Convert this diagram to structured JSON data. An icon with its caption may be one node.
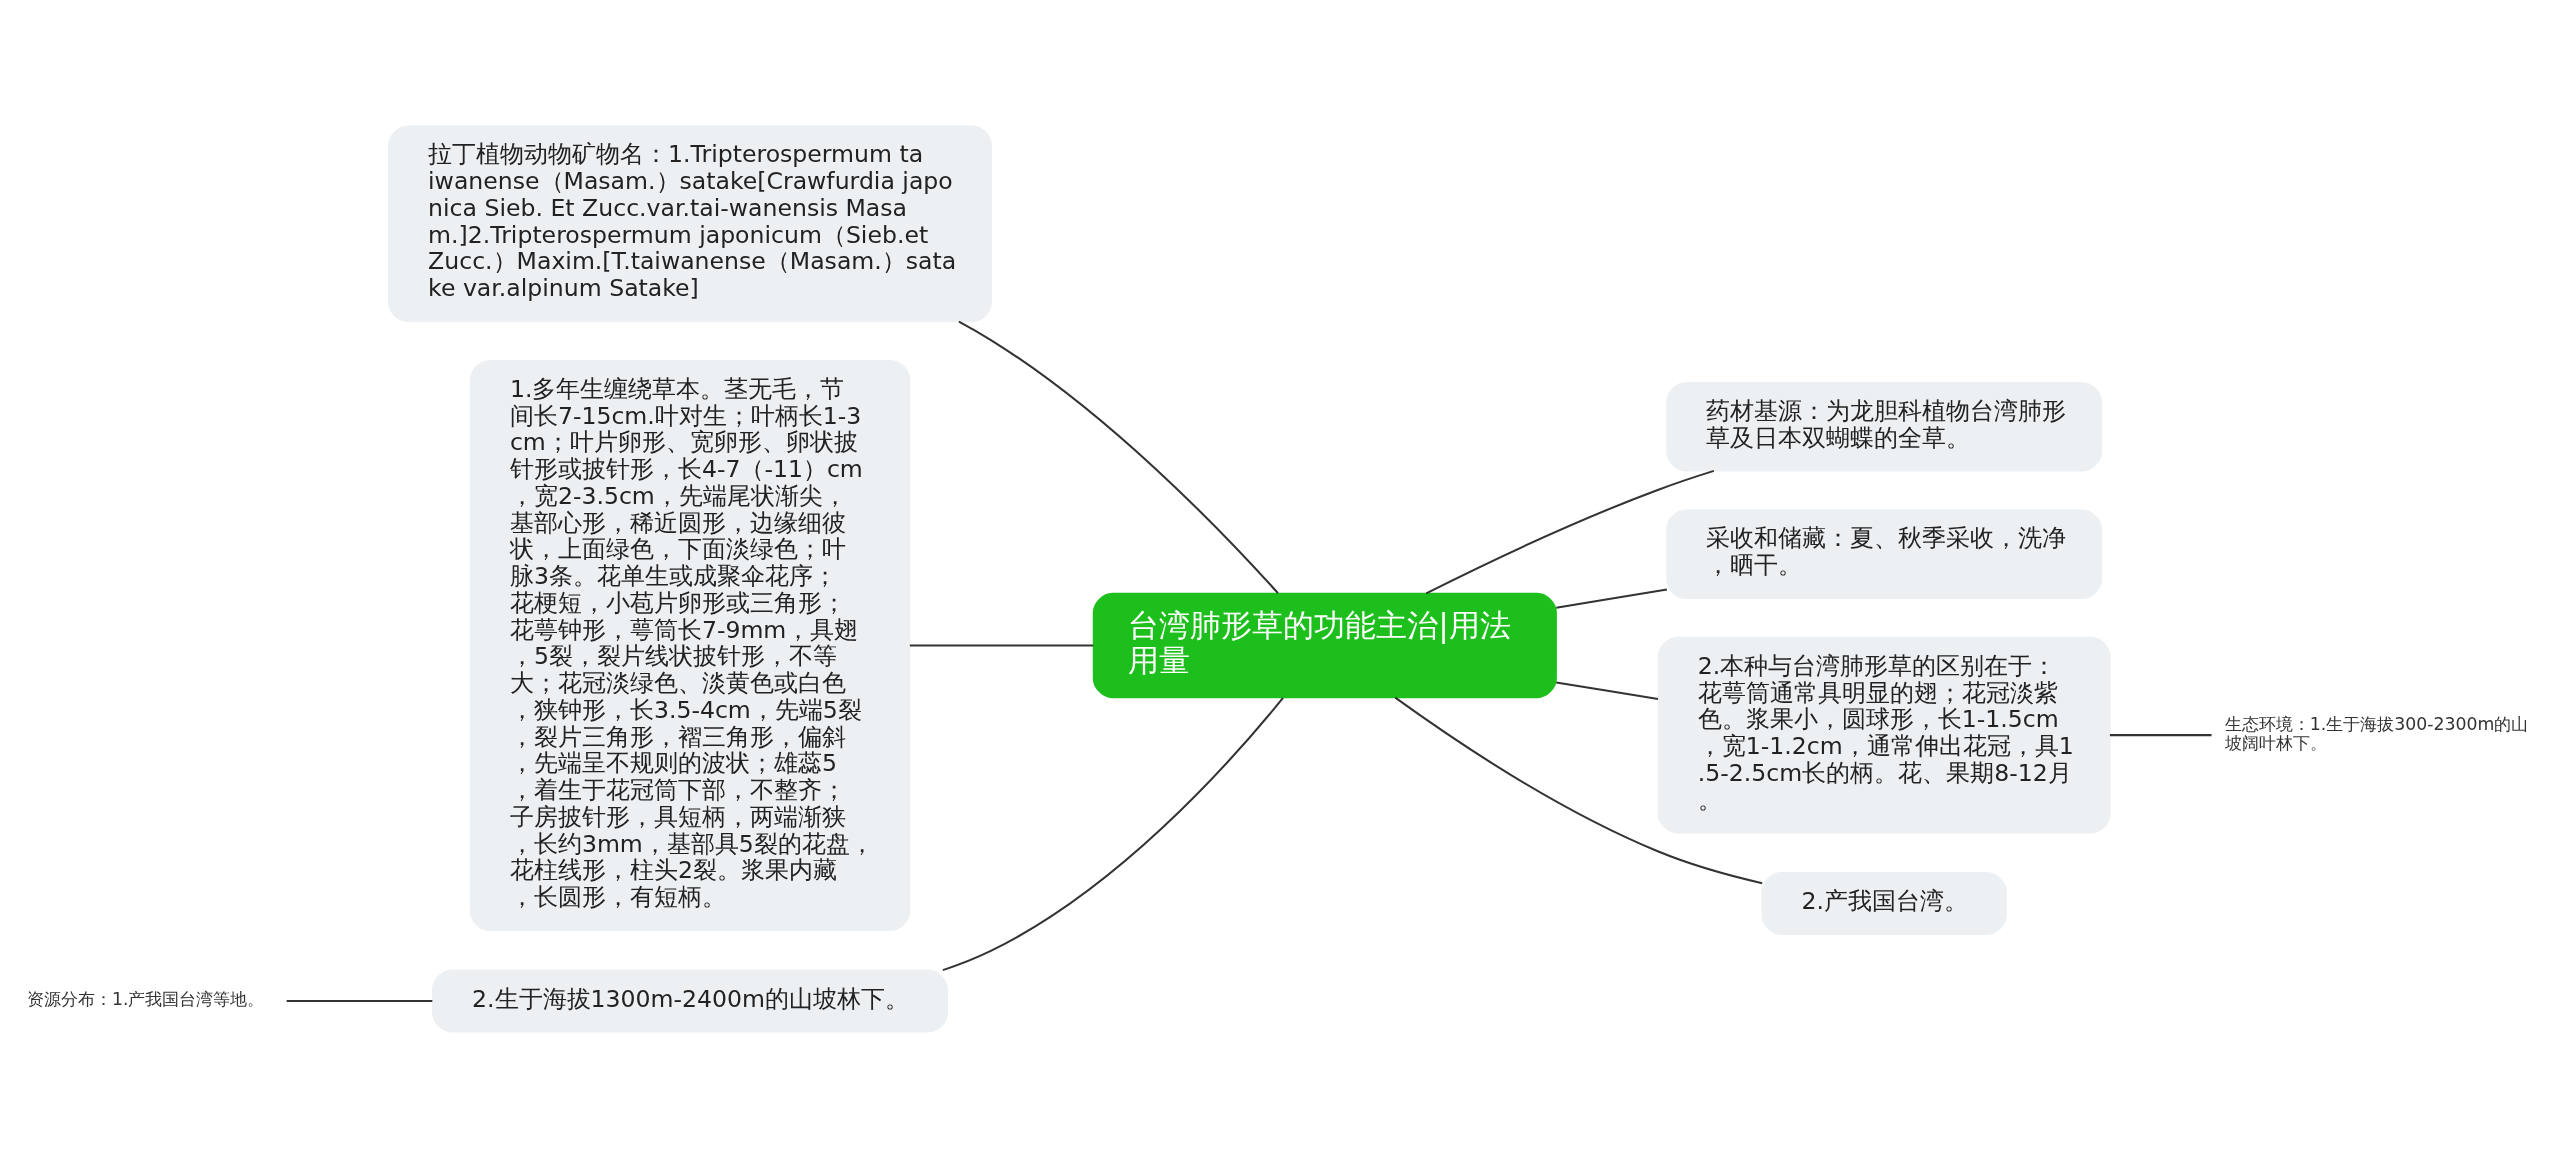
{
  "diagram": {
    "nodes": [
      {
        "text": [
          "台湾肺形草的功能主治|用法用量"
        ]
      },
      {
        "text": [
          "拉丁植物动物矿物名：1.Tripterospermum taiwanense（Masam.）satake[Crawfurdia japonica Sieb. Et Zucc.var.tai-wanensis Masam.]2.Tripterospermum japonicum（Sieb.et Zucc.）Maxim.[T.taiwanense（Masam.）satake var.alpinum Satake]"
        ]
      },
      {
        "text": [
          "1.多年生缠绕草本。茎无毛，节间长7-15cm.叶对生；叶柄长1-3cm；叶片卵形、宽卵形、卵状披针形或披针形，长4-7（-11）cm，宽2-3.5cm，先端尾状渐尖，基部心形，稀近圆形，边缘细彼状，上面绿色，下面淡绿色；叶脉3条。花单生或成聚伞花序；花梗短，小苞片卵形或三角形；花萼钟形，萼筒长7-9mm，具翅，5裂，裂片线状披针形，不等大；花冠淡绿色、淡黄色或白色，狭钟形，长3.5-4cm，先端5裂，裂片三角形，褶三角形，偏斜，先端呈不规则的波状；雄蕊5，着生于花冠筒下部，不整齐；子房披针形，具短柄，两端渐狭，长约3mm，基部具5裂的花盘，花柱线形，柱头2裂。浆果内藏，长圆形，有短柄。"
        ]
      },
      {
        "text": [
          "2.生于海拔1300m-2400m的山坡林下。"
        ]
      },
      {
        "text": [
          "资源分布：1.产我国台湾等地。"
        ]
      },
      {
        "text": [
          "药材基源：为龙胆科植物台湾肺形草及日本双蝴蝶的全草。"
        ]
      },
      {
        "text": [
          "采收和储藏：夏、秋季采收，洗净，晒干。"
        ]
      },
      {
        "text": [
          "2.本种与台湾肺形草的区别在于：花萼筒通常具明显的翅；花冠淡紫色。浆果小，圆球形，长1-1.5cm，宽1-1.2cm，通常伸出花冠，具1.5-2.5cm长的柄。花、果期8-12月。"
        ]
      },
      {
        "text": [
          "生态环境：1.生于海拔300-2300m的山坡阔叶林下。"
        ]
      },
      {
        "text": [
          "2.产我国台湾。"
        ]
      }
    ],
    "edges": [
      {
        "from": 0,
        "to": 1,
        "arrow": "none"
      },
      {
        "from": 0,
        "to": 2,
        "arrow": "none"
      },
      {
        "from": 0,
        "to": 3,
        "arrow": "none"
      },
      {
        "from": 3,
        "to": 4,
        "arrow": "none"
      },
      {
        "from": 0,
        "to": 5,
        "arrow": "none"
      },
      {
        "from": 0,
        "to": 6,
        "arrow": "none"
      },
      {
        "from": 0,
        "to": 7,
        "arrow": "none"
      },
      {
        "from": 7,
        "to": 8,
        "arrow": "none"
      },
      {
        "from": 0,
        "to": 9,
        "arrow": "none"
      }
    ]
  }
}
